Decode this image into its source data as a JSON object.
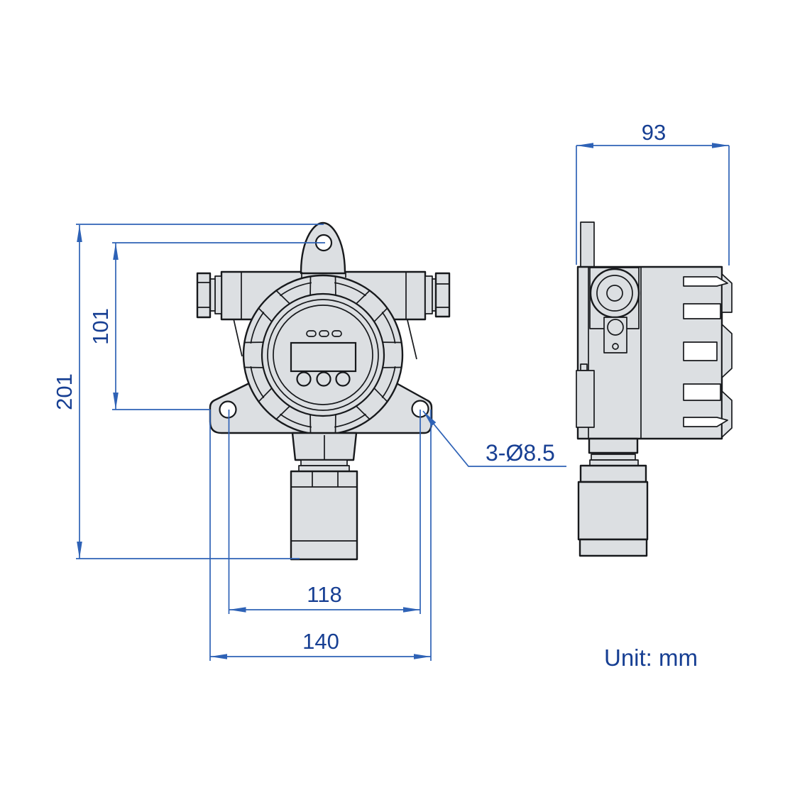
{
  "drawing": {
    "type": "technical-dimension-drawing",
    "views": {
      "front": "gas-detector-front-view",
      "side": "gas-detector-side-view"
    },
    "dimensions": {
      "overall_height": "201",
      "lug_hole_to_ear_hole": "101",
      "mounting_hole_spacing": "118",
      "overall_width": "140",
      "depth": "93",
      "mounting_holes": "3-Ø8.5"
    },
    "unit_label": "Unit: mm",
    "colors": {
      "dimension_line_blue": "#2e62b6",
      "dimension_text_blue": "#173f93",
      "body_fill_gray": "#dcdfe2",
      "outline_dark": "#17191c",
      "background": "#ffffff"
    }
  }
}
